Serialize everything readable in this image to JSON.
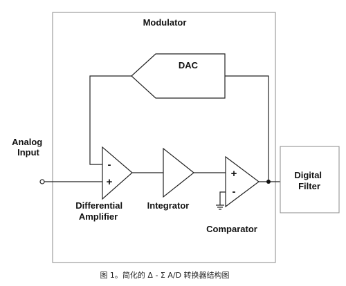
{
  "diagram": {
    "modulator_label": "Modulator",
    "dac_label": "DAC",
    "analog_input_line1": "Analog",
    "analog_input_line2": "Input",
    "diff_amp_line1": "Differential",
    "diff_amp_line2": "Amplifier",
    "integrator_label": "Integrator",
    "comparator_label": "Comparator",
    "digital_filter_line1": "Digital",
    "digital_filter_line2": "Filter",
    "diff_amp_minus": "-",
    "diff_amp_plus": "+",
    "comparator_plus": "+",
    "comparator_minus": "-",
    "caption": "图 1。简化的 Δ - Σ A/D 转换器结构图"
  }
}
